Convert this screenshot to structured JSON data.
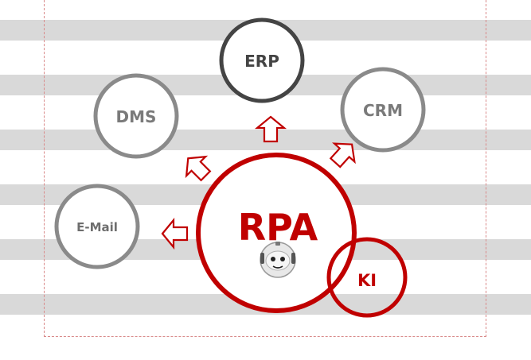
{
  "diagram": {
    "center": {
      "label": "RPA",
      "color": "#c00000"
    },
    "ki": {
      "label": "KI",
      "color": "#c00000"
    },
    "systems": [
      {
        "id": "erp",
        "label": "ERP",
        "color": "#444444"
      },
      {
        "id": "crm",
        "label": "CRM",
        "color": "#808080"
      },
      {
        "id": "dms",
        "label": "DMS",
        "color": "#808080"
      },
      {
        "id": "email",
        "label": "E-Mail",
        "color": "#808080"
      }
    ],
    "robot_icon": "robot-face-icon",
    "arrow_color": "#c00000"
  }
}
